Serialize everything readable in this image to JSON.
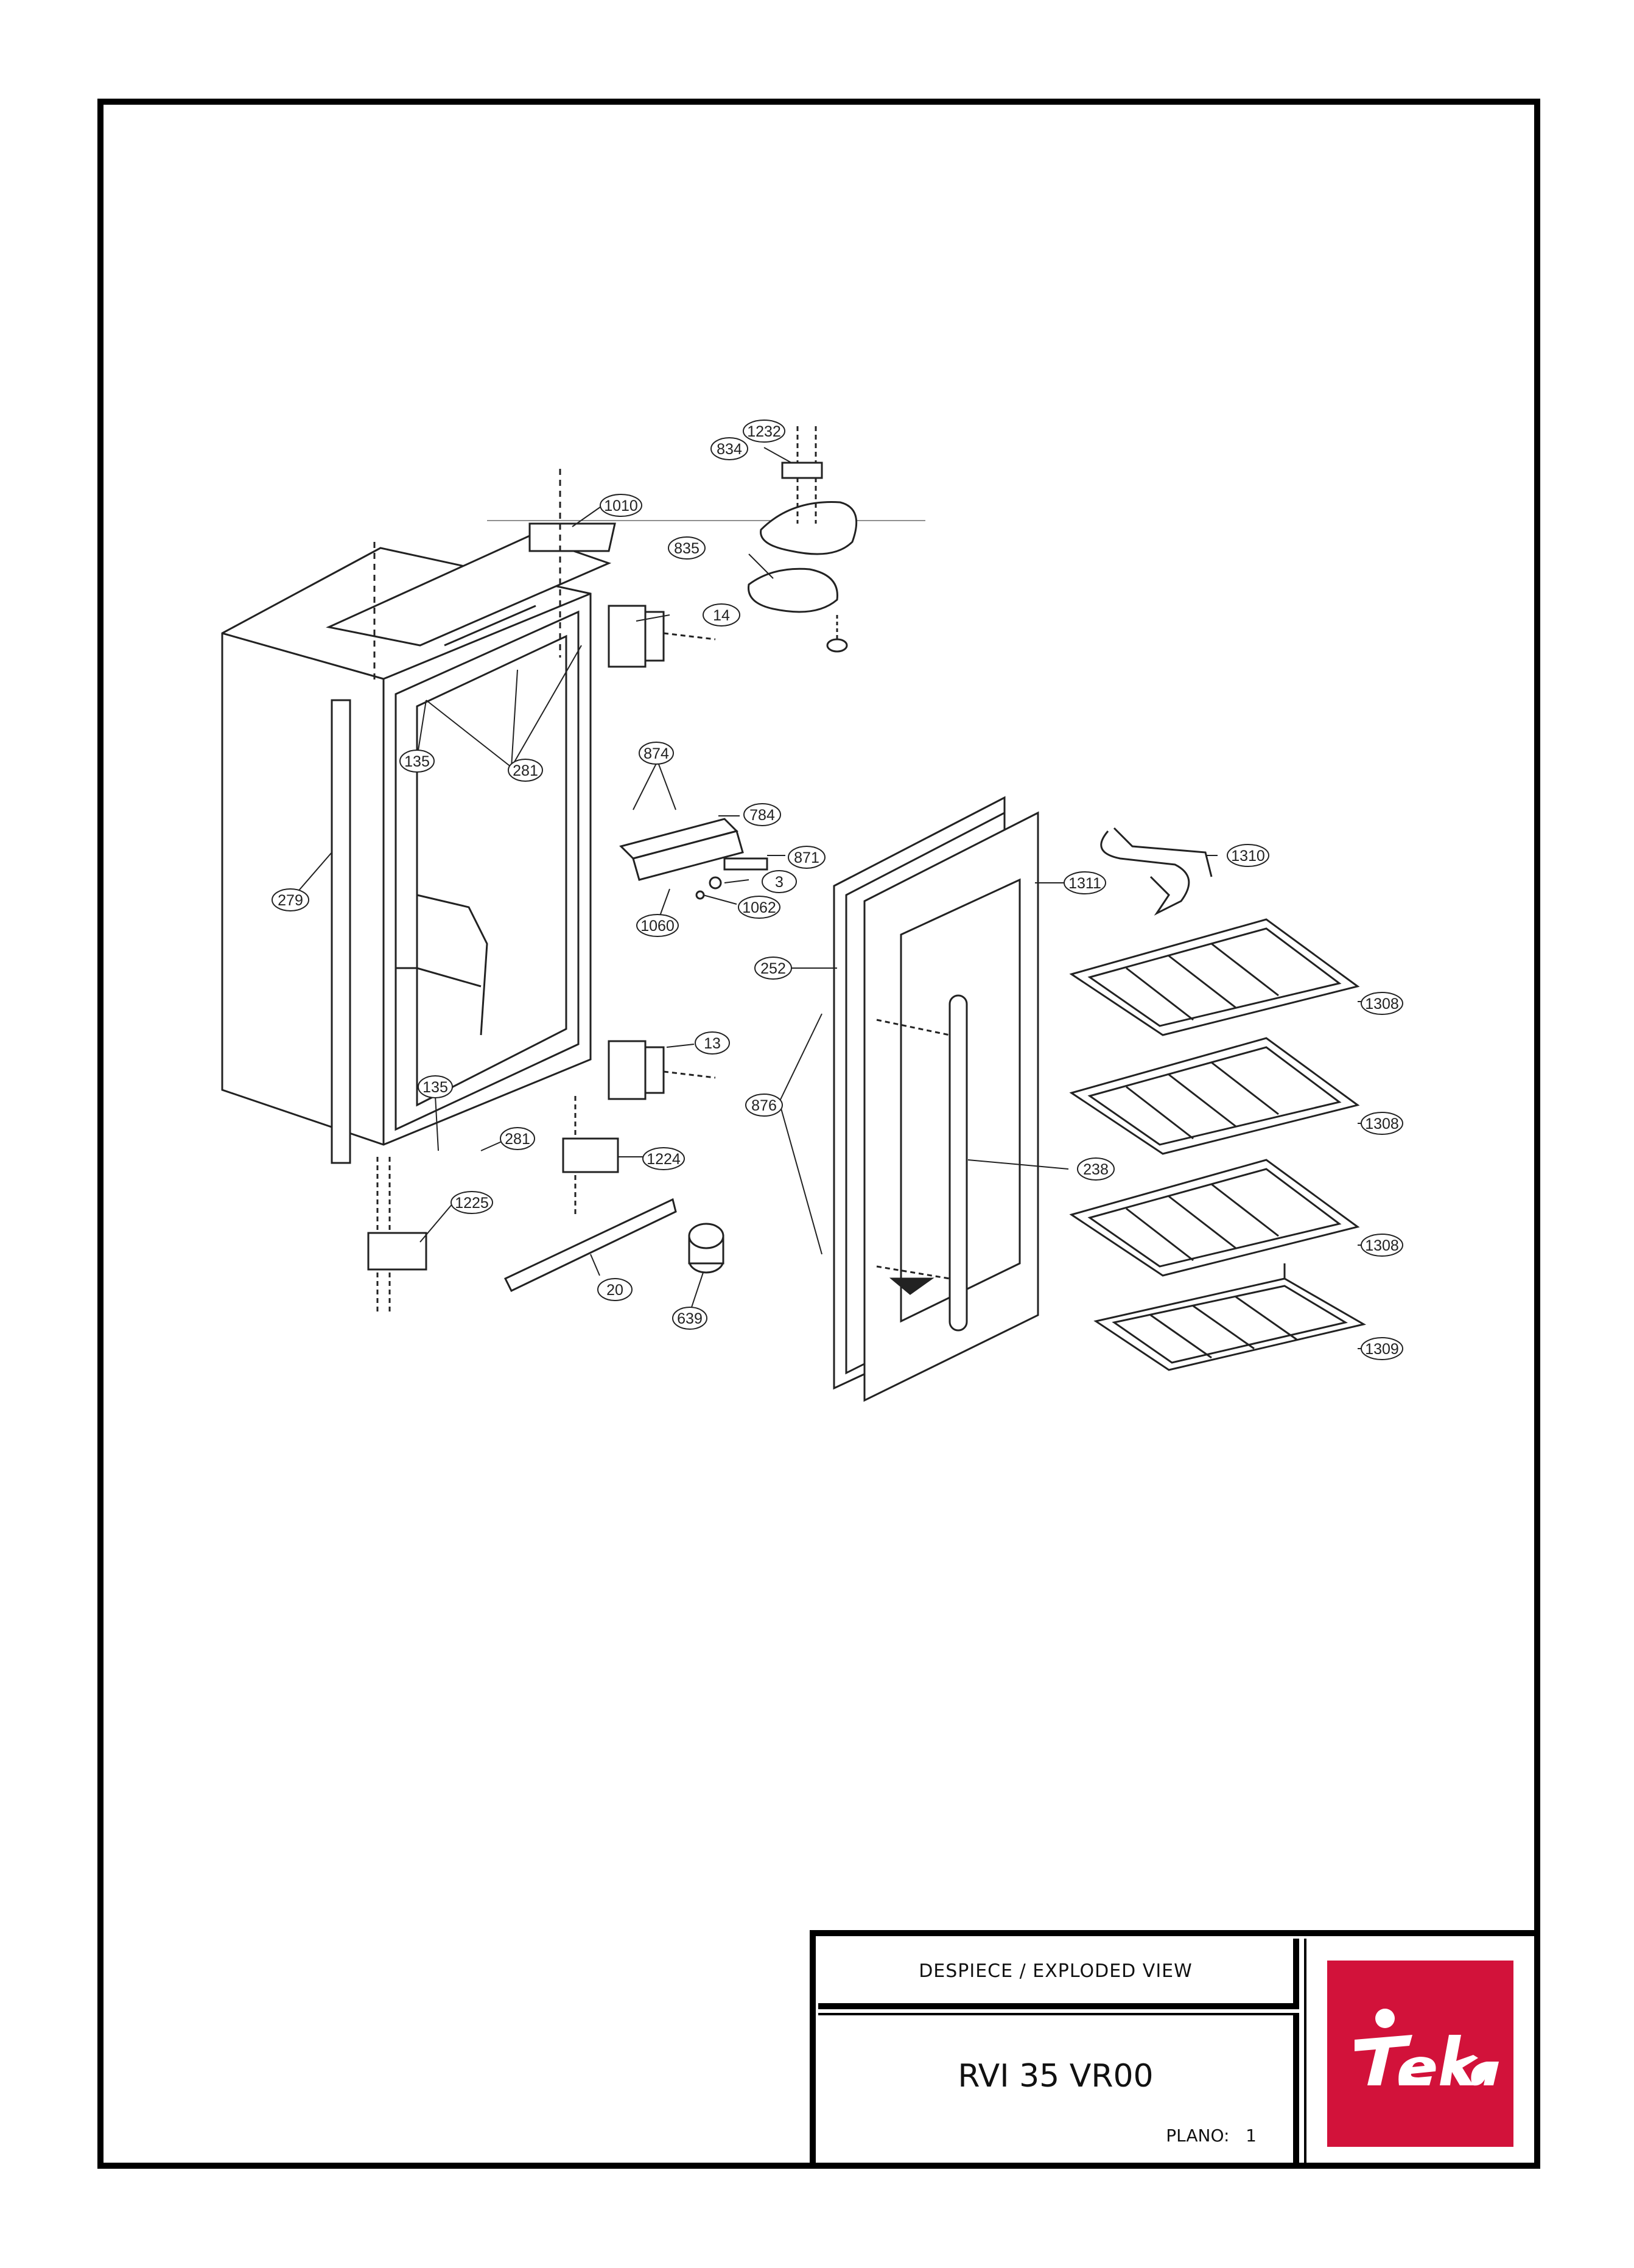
{
  "callouts": {
    "c1232": "1232",
    "c834": "834",
    "c1010": "1010",
    "c835": "835",
    "c14": "14",
    "c135a": "135",
    "c281a": "281",
    "c874": "874",
    "c784": "784",
    "c871": "871",
    "c3": "3",
    "c1062": "1062",
    "c1060": "1060",
    "c279": "279",
    "c1310": "1310",
    "c1311": "1311",
    "c252": "252",
    "c1308a": "1308",
    "c13": "13",
    "c135b": "135",
    "c876": "876",
    "c1308b": "1308",
    "c281b": "281",
    "c1224": "1224",
    "c1225": "1225",
    "c238": "238",
    "c1308c": "1308",
    "c20": "20",
    "c639": "639",
    "c1309": "1309"
  },
  "title_block": {
    "description": "DESPIECE / EXPLODED VIEW",
    "model": "RVI 35 VR00",
    "plano_label": "PLANO:",
    "plano_number": "1",
    "logo_text": "Teka",
    "logo_color": "#d2123a"
  }
}
